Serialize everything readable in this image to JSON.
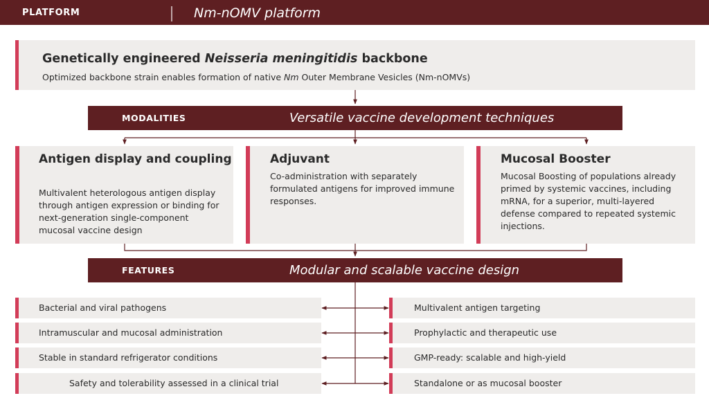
{
  "header": {
    "tag": "PLATFORM",
    "title": "Nm-nOMV platform"
  },
  "backbone": {
    "title_prefix": "Genetically engineered ",
    "title_italic": "Neisseria meningitidis",
    "title_suffix": " backbone",
    "subtitle_prefix": "Optimized backbone strain enables formation of native ",
    "subtitle_italic": "Nm",
    "subtitle_suffix": " Outer Membrane Vesicles (Nm-nOMVs)"
  },
  "modalities": {
    "label": "MODALITIES",
    "title": "Versatile vaccine development techniques",
    "cards": [
      {
        "title": "Antigen display and coupling",
        "description": "Multivalent heterologous antigen display through antigen expression or binding for next-generation single-component mucosal vaccine design"
      },
      {
        "title": "Adjuvant",
        "description": "Co-administration with separately formulated antigens for improved immune responses."
      },
      {
        "title": "Mucosal Booster",
        "description": "Mucosal Boosting of populations already primed by systemic vaccines, including mRNA, for a superior, multi-layered defense compared to repeated systemic injections."
      }
    ]
  },
  "features": {
    "label": "FEATURES",
    "title": "Modular and scalable vaccine design",
    "left": [
      "Bacterial and viral pathogens",
      "Intramuscular and mucosal administration",
      "Stable in standard refrigerator conditions",
      "Safety and tolerability assessed in a clinical trial"
    ],
    "right": [
      "Multivalent antigen targeting",
      "Prophylactic and therapeutic use",
      "GMP-ready: scalable and high-yield",
      "Standalone or as mucosal booster"
    ]
  },
  "colors": {
    "brand_dark": "#5e1f22",
    "accent": "#d23c58",
    "panel": "#efedeb"
  }
}
